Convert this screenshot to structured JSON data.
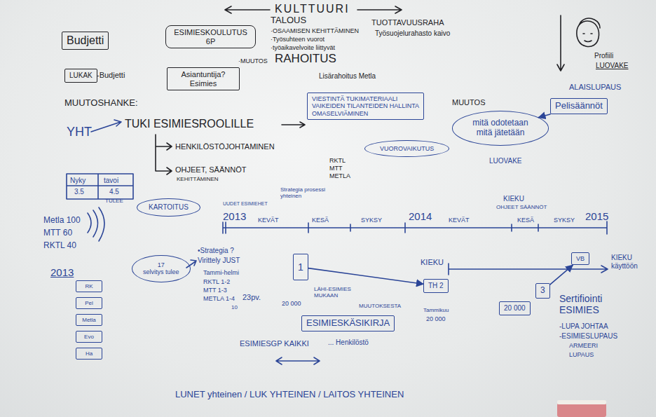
{
  "diagram": {
    "nodes": [
      {
        "text": [
          "Budjetti"
        ]
      },
      {
        "text": [
          "LUKAK"
        ]
      },
      {
        "text": [
          "ESIMIESKOULUTUS 6P"
        ]
      },
      {
        "text": [
          "Asiantuntija? Esimies"
        ]
      },
      {
        "text": [
          "VIESTINTÄ TUKIMATERIAALI",
          "VAIKEIDEN TILANTEIDEN HALLINTA",
          "OMASELVIÄMINEN"
        ]
      },
      {
        "text": [
          "VUOROVAIKUTUS"
        ]
      },
      {
        "text": [
          "mitä odotetaan mitä jätetään"
        ]
      },
      {
        "text": [
          "Pelisäännöt"
        ]
      },
      {
        "text": [
          "KARTOITUS"
        ]
      },
      {
        "text": [
          "17",
          "selvitys tulee"
        ]
      },
      {
        "text": [
          "1"
        ]
      },
      {
        "text": [
          "ESIMIESKÄSIKIRJA"
        ]
      },
      {
        "text": [
          "TH 2"
        ]
      },
      {
        "text": [
          "VB"
        ]
      },
      {
        "text": [
          "3"
        ]
      },
      {
        "text": [
          "20 000"
        ]
      },
      {
        "text": [
          "RK"
        ]
      },
      {
        "text": [
          "Pel"
        ]
      },
      {
        "text": [
          "Metla"
        ]
      },
      {
        "text": [
          "Evo"
        ]
      },
      {
        "text": [
          "Ha"
        ]
      }
    ],
    "edges": [
      {
        "from": 7,
        "to": 6,
        "arrow": "to"
      },
      {
        "from": 10,
        "to": 12,
        "arrow": "to"
      },
      {
        "from": 14,
        "to": 13,
        "arrow": "to"
      }
    ],
    "labels": [
      "KULTTUURI",
      "-Budjetti",
      "TALOUS",
      "·OSAAMISEN KEHITTÄMINEN",
      "·Työsuhteen vuorot",
      "·työaikavelvoite liittyvät",
      "·MUUTOS",
      "RAHOITUS",
      "TUOTTAVUUSRAHA",
      "Työsuojelurahasto kaivo",
      "Lisärahoitus Metla",
      "MUUTOSHANKE:",
      "YHT",
      "TUKI ESIMIESROOLILLE",
      "MUUTOS",
      "HENKILÖSTÖJOHTAMINEN",
      "OHJEET, SÄÄNNÖT",
      "KEHITTÄMINEN",
      "RKTL",
      "MTT",
      "METLA",
      "Nyky",
      "tavoi",
      "3.5",
      "4.5",
      "2013",
      "UUDET ESIMIEHET",
      "Strategia prosessi yhteinen",
      "KEVÄT",
      "KESÄ",
      "SYKSY",
      "2014",
      "KEVÄT",
      "KESÄ",
      "SYKSY",
      "2015",
      "KIEKU",
      "OHJEET SÄÄNNÖT",
      "ALAISLUPAUS",
      "LUOVAKE",
      "Profiili",
      "LUOVAKE",
      "Metla 100",
      "MTT 60",
      "RKTL 40",
      "TULEE",
      "2013",
      "•Strategia ?",
      "Virittely JUST",
      "Tammi-helmi",
      "RKTL 1-2",
      "MTT 1-3",
      "METLA 1-4",
      "23pv.",
      "10",
      "20 000",
      "LÄHI-ESIMIES MUKAAN",
      "MUUTOKSESTA",
      "ESIMIESGP KAIKKI",
      "... Henkilöstö",
      "KIEKU",
      "Tammikuu",
      "20 000",
      "KIEKU käyttöön",
      "Sertifiointi ESIMIES",
      "-LUPA JOHTAA",
      "-ESIMIESLUPAUS",
      "ARMEERI",
      "LUPAUS",
      "LUNET yhteinen / LUK YHTEINEN / LAITOS YHTEINEN"
    ]
  }
}
